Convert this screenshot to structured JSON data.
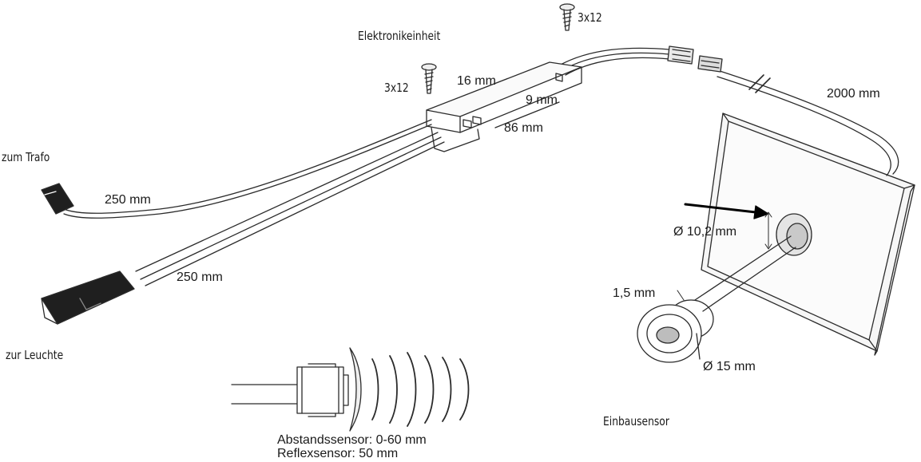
{
  "labels": {
    "elektronikeinheit": "Elektronikeinheit",
    "screw_top": "3x12",
    "screw_left": "3x12",
    "dim_16": "16 mm",
    "dim_9": "9 mm",
    "dim_86": "86 mm",
    "dim_2000": "2000 mm",
    "zum_trafo": "zum Trafo",
    "zur_leuchte": "zur Leuchte",
    "cable_upper": "250 mm",
    "cable_lower": "250 mm",
    "dia_hole": "Ø 10,2 mm",
    "flange": "1,5 mm",
    "dia_sensor": "Ø 15 mm",
    "einbausensor": "Einbausensor",
    "abstandssensor": "Abstandssensor: 0-60 mm",
    "reflexsensor": "Reflexsensor: 50 mm"
  },
  "colors": {
    "line": "#2b2b2b",
    "connector": "#1f1f1f",
    "panel": "#f4f4f4",
    "arrow": "#000000"
  }
}
